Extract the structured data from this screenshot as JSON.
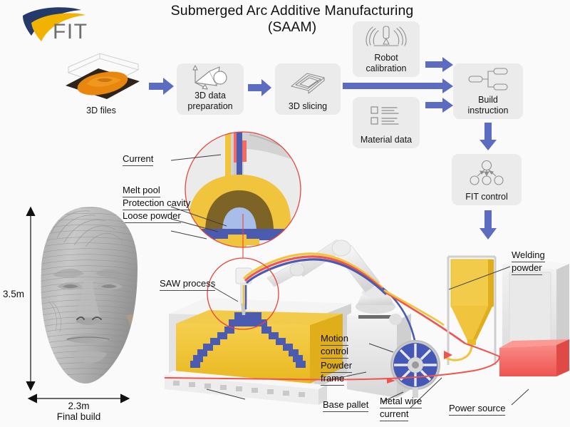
{
  "title": {
    "line1": "Submerged Arc Additive Manufacturing",
    "line2": "(SAAM)"
  },
  "logo": {
    "text": "FIT",
    "swoosh_navy": "#243a6b",
    "swoosh_gold": "#f2b200",
    "text_color": "#6e6e6e"
  },
  "colors": {
    "background": "#fafafa",
    "box_fill": "#ebebeb",
    "arrow_blue": "#5c6cc0",
    "powder_yellow": "#f2c230",
    "deposit_blue": "#4a5bb0",
    "melt_pool": "#a8bde8",
    "cavity_brown": "#7d6326",
    "callout_red": "#e8453c",
    "power_source_red": "#f4635e",
    "leader_line": "#3d3d3d",
    "model_orange": "#e8860e",
    "wire_spool_blue": "#4558b5"
  },
  "flow": {
    "stage_3d_files": {
      "label": "3D files",
      "icon": "3d-model-plate-icon"
    },
    "boxes": [
      {
        "id": "data-prep",
        "label": "3D data\npreparation",
        "label_l1": "3D data",
        "label_l2": "preparation",
        "icon": "mesh-axes-icon"
      },
      {
        "id": "slicing",
        "label": "3D slicing",
        "label_l1": "3D slicing",
        "label_l2": "",
        "icon": "sliced-layers-icon"
      },
      {
        "id": "robot-cal",
        "label": "Robot\ncalibration",
        "label_l1": "Robot",
        "label_l2": "calibration",
        "icon": "welding-torch-icon"
      },
      {
        "id": "material",
        "label": "Material data",
        "label_l1": "Material data",
        "label_l2": "",
        "icon": "checklist-icon"
      },
      {
        "id": "build-inst",
        "label": "Build\ninstruction",
        "label_l1": "Build",
        "label_l2": "instruction",
        "icon": "branching-nodes-icon"
      },
      {
        "id": "fit-control",
        "label": "FIT control",
        "label_l1": "FIT control",
        "label_l2": "",
        "icon": "network-hierarchy-icon"
      }
    ]
  },
  "detail_callout": {
    "labels": [
      {
        "id": "current",
        "text": "Current"
      },
      {
        "id": "melt-pool",
        "text": "Melt pool"
      },
      {
        "id": "protection-cavity",
        "text": "Protection cavity"
      },
      {
        "id": "loose-powder",
        "text": "Loose powder"
      }
    ]
  },
  "machine_labels": [
    {
      "id": "saw-process",
      "text": "SAW process"
    },
    {
      "id": "motion-control",
      "text_l1": "Motion",
      "text_l2": "control"
    },
    {
      "id": "powder-frame",
      "text_l1": "Powder",
      "text_l2": "frame"
    },
    {
      "id": "base-pallet",
      "text": "Base pallet"
    },
    {
      "id": "metal-wire",
      "text_l1": "Metal wire",
      "text_l2": "current"
    },
    {
      "id": "power-source",
      "text": "Power source"
    },
    {
      "id": "welding-powder",
      "text_l1": "Welding",
      "text_l2": "powder"
    }
  ],
  "final_build": {
    "height_label": "3.5m",
    "width_label": "2.3m",
    "caption": "Final build"
  }
}
